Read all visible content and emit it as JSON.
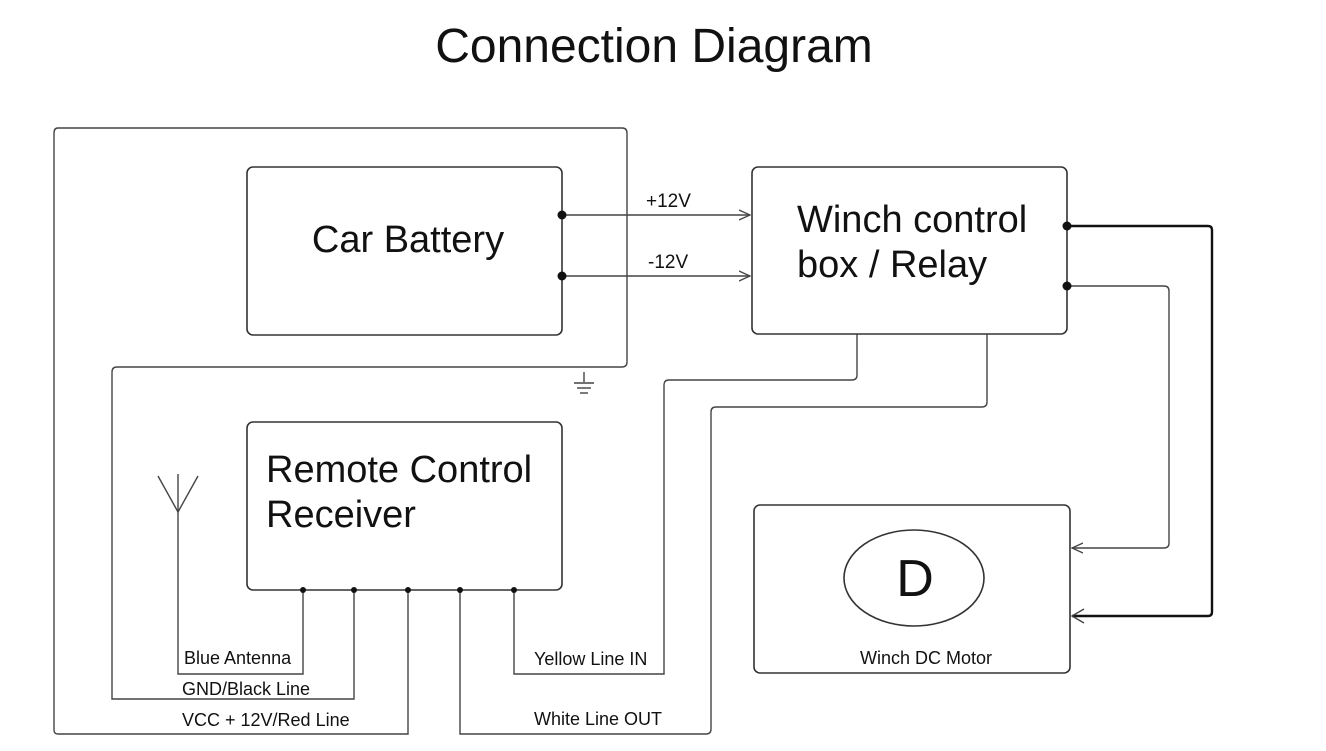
{
  "title": "Connection Diagram",
  "components": {
    "battery": "Car Battery",
    "relay": [
      "Winch control",
      "box / Relay"
    ],
    "receiver": [
      "Remote Control",
      "Receiver"
    ],
    "motor_symbol": "D",
    "motor_label": "Winch DC Motor"
  },
  "connections": {
    "positive": "+12V",
    "negative": "-12V"
  },
  "wires": {
    "antenna": "Blue Antenna",
    "gnd": "GND/Black Line",
    "vcc": "VCC + 12V/Red Line",
    "yellow_in": "Yellow Line IN",
    "white_out": "White Line OUT"
  }
}
